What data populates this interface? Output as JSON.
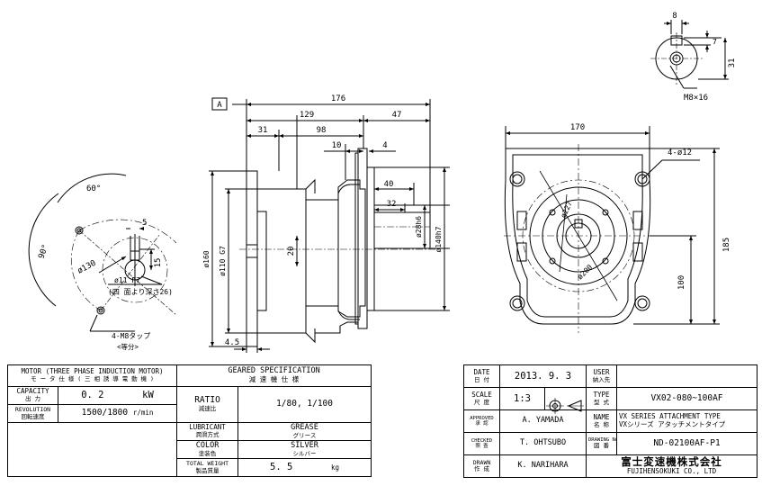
{
  "dims": {
    "top_small": "8",
    "key_7": "7",
    "key_31": "31",
    "m8": "M8×16",
    "ref_a": "A",
    "d176": "176",
    "d129": "129",
    "d47": "47",
    "d31": "31",
    "d98": "98",
    "d10": "10",
    "d4": "4",
    "d40": "40",
    "d32": "32",
    "d28": "ø28h6",
    "d140": "ø140h7",
    "d160": "ø160",
    "d110": "ø110 G7",
    "d20": "20",
    "d45": "4.5",
    "left_60": "60°",
    "left_90": "90°",
    "left_5": "5",
    "left_15": "15",
    "left_130": "ø130",
    "left_11": "ø11 F7",
    "left_depth": "(四 面より深さ26)",
    "left_tap": "4-M8タップ",
    "left_equal": "<等分>",
    "r170": "170",
    "r12": "4-ø12",
    "r227": "ø227",
    "r200": "ø200",
    "r185": "185",
    "r100": "100"
  },
  "spec": {
    "motor_title": "MOTOR (THREE PHASE INDUCTION MOTOR)",
    "motor_title_jp": "モ ー タ 仕 様 ( 三 相 誘 導 電 動 機 )",
    "capacity_label": "CAPACITY",
    "capacity_label_jp": "出 力",
    "capacity_value": "0. 2",
    "capacity_unit": "kW",
    "revolution_label": "REVOLUTION",
    "revolution_label_jp": "回転速度",
    "revolution_value": "1500/1800",
    "revolution_unit": "r/min",
    "geared_title": "GEARED SPECIFICATION",
    "geared_title_jp": "減 速 機 仕 様",
    "ratio_label": "RATIO",
    "ratio_label_jp": "減速比",
    "ratio_value": "1/80, 1/100",
    "lubricant_label": "LUBRICANT",
    "lubricant_label_jp": "潤滑方式",
    "lubricant_value": "GREASE",
    "lubricant_value_jp": "グリース",
    "color_label": "COLOR",
    "color_label_jp": "塗装色",
    "color_value": "SILVER",
    "color_value_jp": "シルバー",
    "weight_label": "TOTAL WEIGHT",
    "weight_label_jp": "製品質量",
    "weight_value": "5. 5",
    "weight_unit": "kg"
  },
  "title": {
    "date_label": "DATE",
    "date_label_jp": "日 付",
    "date_value": "2013. 9. 3",
    "user_label": "USER",
    "user_label_jp": "納入先",
    "scale_label": "SCALE",
    "scale_label_jp": "尺 度",
    "scale_value": "1:3",
    "type_label": "TYPE",
    "type_label_jp": "型 式",
    "type_value": "VX02-080~100AF",
    "approved_label": "APPROVED",
    "approved_label_jp": "承 認",
    "approved_value": "A. YAMADA",
    "name_label": "NAME",
    "name_label_jp": "名 称",
    "name_value": "VX SERIES ATTACHMENT TYPE",
    "name_value_jp": "VXシリーズ アタッチメントタイプ",
    "checked_label": "CHECKED",
    "checked_label_jp": "照 査",
    "checked_value": "T. OHTSUBO",
    "drawing_label": "DRAWING No.",
    "drawing_label_jp": "図 番",
    "drawing_value": "ND-02100AF-P1",
    "drawn_label": "DRAWN",
    "drawn_label_jp": "作 成",
    "drawn_value": "K. NARIHARA",
    "company_jp": "富士変速機株式会社",
    "company_en": "FUJIHENSOKUKI CO., LTD"
  }
}
